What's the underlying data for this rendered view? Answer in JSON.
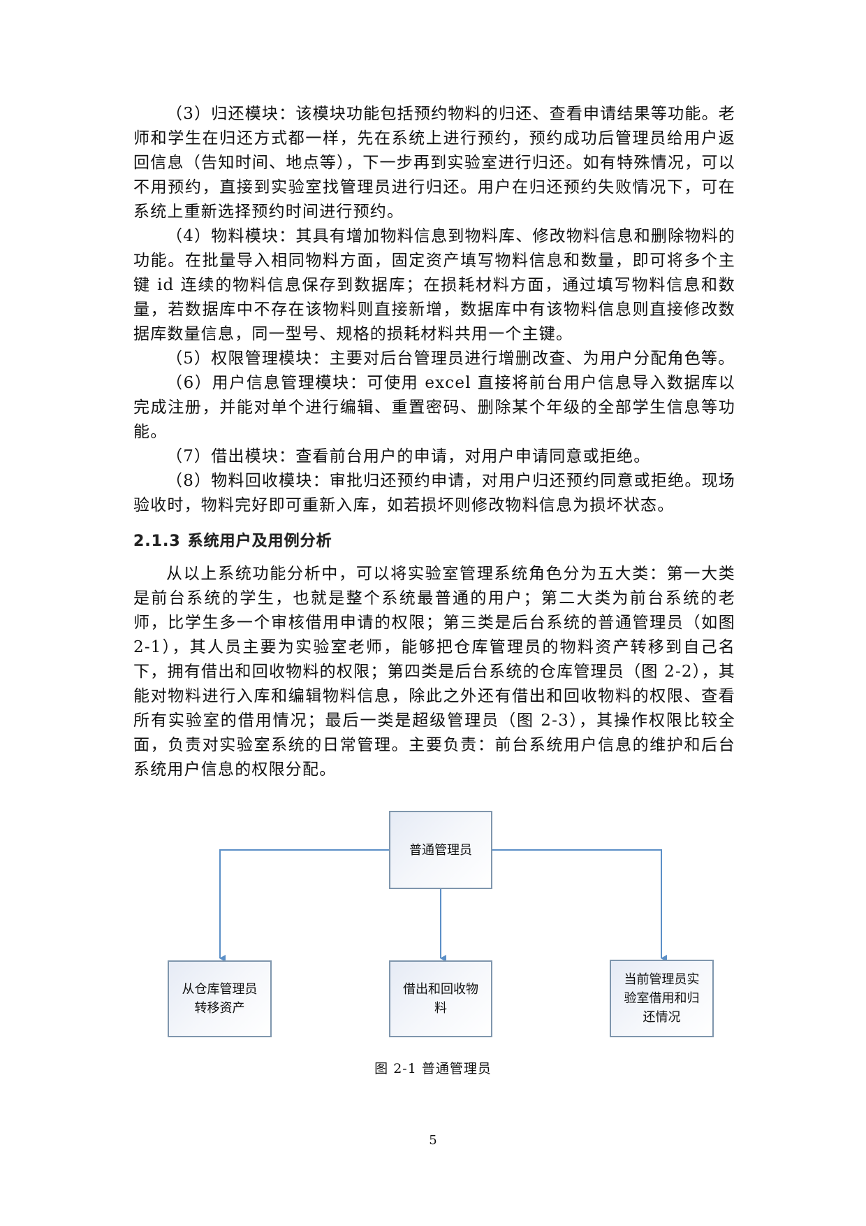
{
  "body": {
    "paragraphs_top": [
      {
        "text": "（3）归还模块：该模块功能包括预约物料的归还、查看申请结果等功能。老师和学生在归还方式都一样，先在系统上进行预约，预约成功后管理员给用户返回信息（告知时间、地点等），下一步再到实验室进行归还。如有特殊情况，可以不用预约，直接到实验室找管理员进行归还。用户在归还预约失败情况下，可在系统上重新选择预约时间进行预约。"
      },
      {
        "text": "（4）物料模块：其具有增加物料信息到物料库、修改物料信息和删除物料的功能。在批量导入相同物料方面，固定资产填写物料信息和数量，即可将多个主键 id 连续的物料信息保存到数据库；在损耗材料方面，通过填写物料信息和数量，若数据库中不存在该物料则直接新增，数据库中有该物料信息则直接修改数据库数量信息，同一型号、规格的损耗材料共用一个主键。"
      },
      {
        "text": "（5）权限管理模块：主要对后台管理员进行增删改查、为用户分配角色等。"
      },
      {
        "text": "（6）用户信息管理模块：可使用 excel 直接将前台用户信息导入数据库以完成注册，并能对单个进行编辑、重置密码、删除某个年级的全部学生信息等功能。"
      },
      {
        "text": "（7）借出模块：查看前台用户的申请，对用户申请同意或拒绝。"
      },
      {
        "text": "（8）物料回收模块：审批归还预约申请，对用户归还预约同意或拒绝。现场验收时，物料完好即可重新入库，如若损坏则修改物料信息为损坏状态。"
      }
    ],
    "section_heading": {
      "number": "2.1.3",
      "title": "系统用户及用例分析"
    },
    "paragraphs_bottom": [
      {
        "text": "从以上系统功能分析中，可以将实验室管理系统角色分为五大类：第一大类是前台系统的学生，也就是整个系统最普通的用户；第二大类为前台系统的老师，比学生多一个审核借用申请的权限；第三类是后台系统的普通管理员（如图 2-1），其人员主要为实验室老师，能够把仓库管理员的物料资产转移到自己名下，拥有借出和回收物料的权限；第四类是后台系统的仓库管理员（图 2-2），其能对物料进行入库和编辑物料信息，除此之外还有借出和回收物料的权限、查看所有实验室的借用情况；最后一类是超级管理员（图 2-3），其操作权限比较全面，负责对实验室系统的日常管理。主要负责：前台系统用户信息的维护和后台系统用户信息的权限分配。"
      }
    ]
  },
  "figure": {
    "root": {
      "label": "普通管理员"
    },
    "children": [
      {
        "label": "从仓库管理员转移资产"
      },
      {
        "label": "借出和回收物料"
      },
      {
        "label": "当前管理员实验室借用和归还情况"
      }
    ],
    "colors": {
      "connector": "#5b8fc7",
      "node_border": "#7f96ad",
      "node_fill_start": "#e6ebf5",
      "node_fill_end": "#ffffff"
    },
    "caption": "图 2-1 普通管理员"
  },
  "footer": {
    "page_number": "5"
  }
}
